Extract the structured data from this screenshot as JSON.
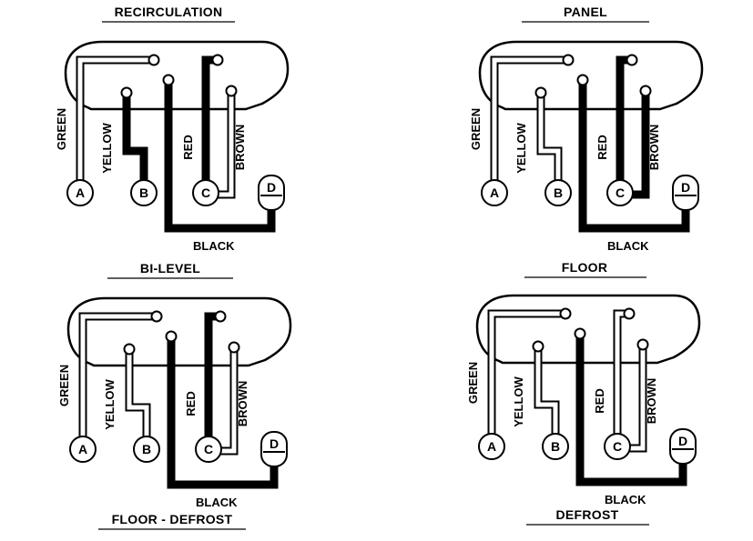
{
  "wire_labels": {
    "green": "GREEN",
    "yellow": "YELLOW",
    "red": "RED",
    "brown": "BROWN",
    "black": "BLACK"
  },
  "terminals": [
    "A",
    "B",
    "C",
    "D"
  ],
  "panels": [
    {
      "id": "recirculation",
      "title": "RECIRCULATION",
      "black_wires": [
        "yellow",
        "red",
        "black"
      ]
    },
    {
      "id": "panel",
      "title": "PANEL",
      "black_wires": [
        "red",
        "brown",
        "black"
      ]
    },
    {
      "id": "floor-defrost",
      "title": "BI-LEVEL",
      "caption": "FLOOR - DEFROST",
      "black_wires": [
        "red",
        "black"
      ]
    },
    {
      "id": "defrost",
      "title": "FLOOR",
      "caption": "DEFROST",
      "black_wires": [
        "black"
      ]
    }
  ]
}
